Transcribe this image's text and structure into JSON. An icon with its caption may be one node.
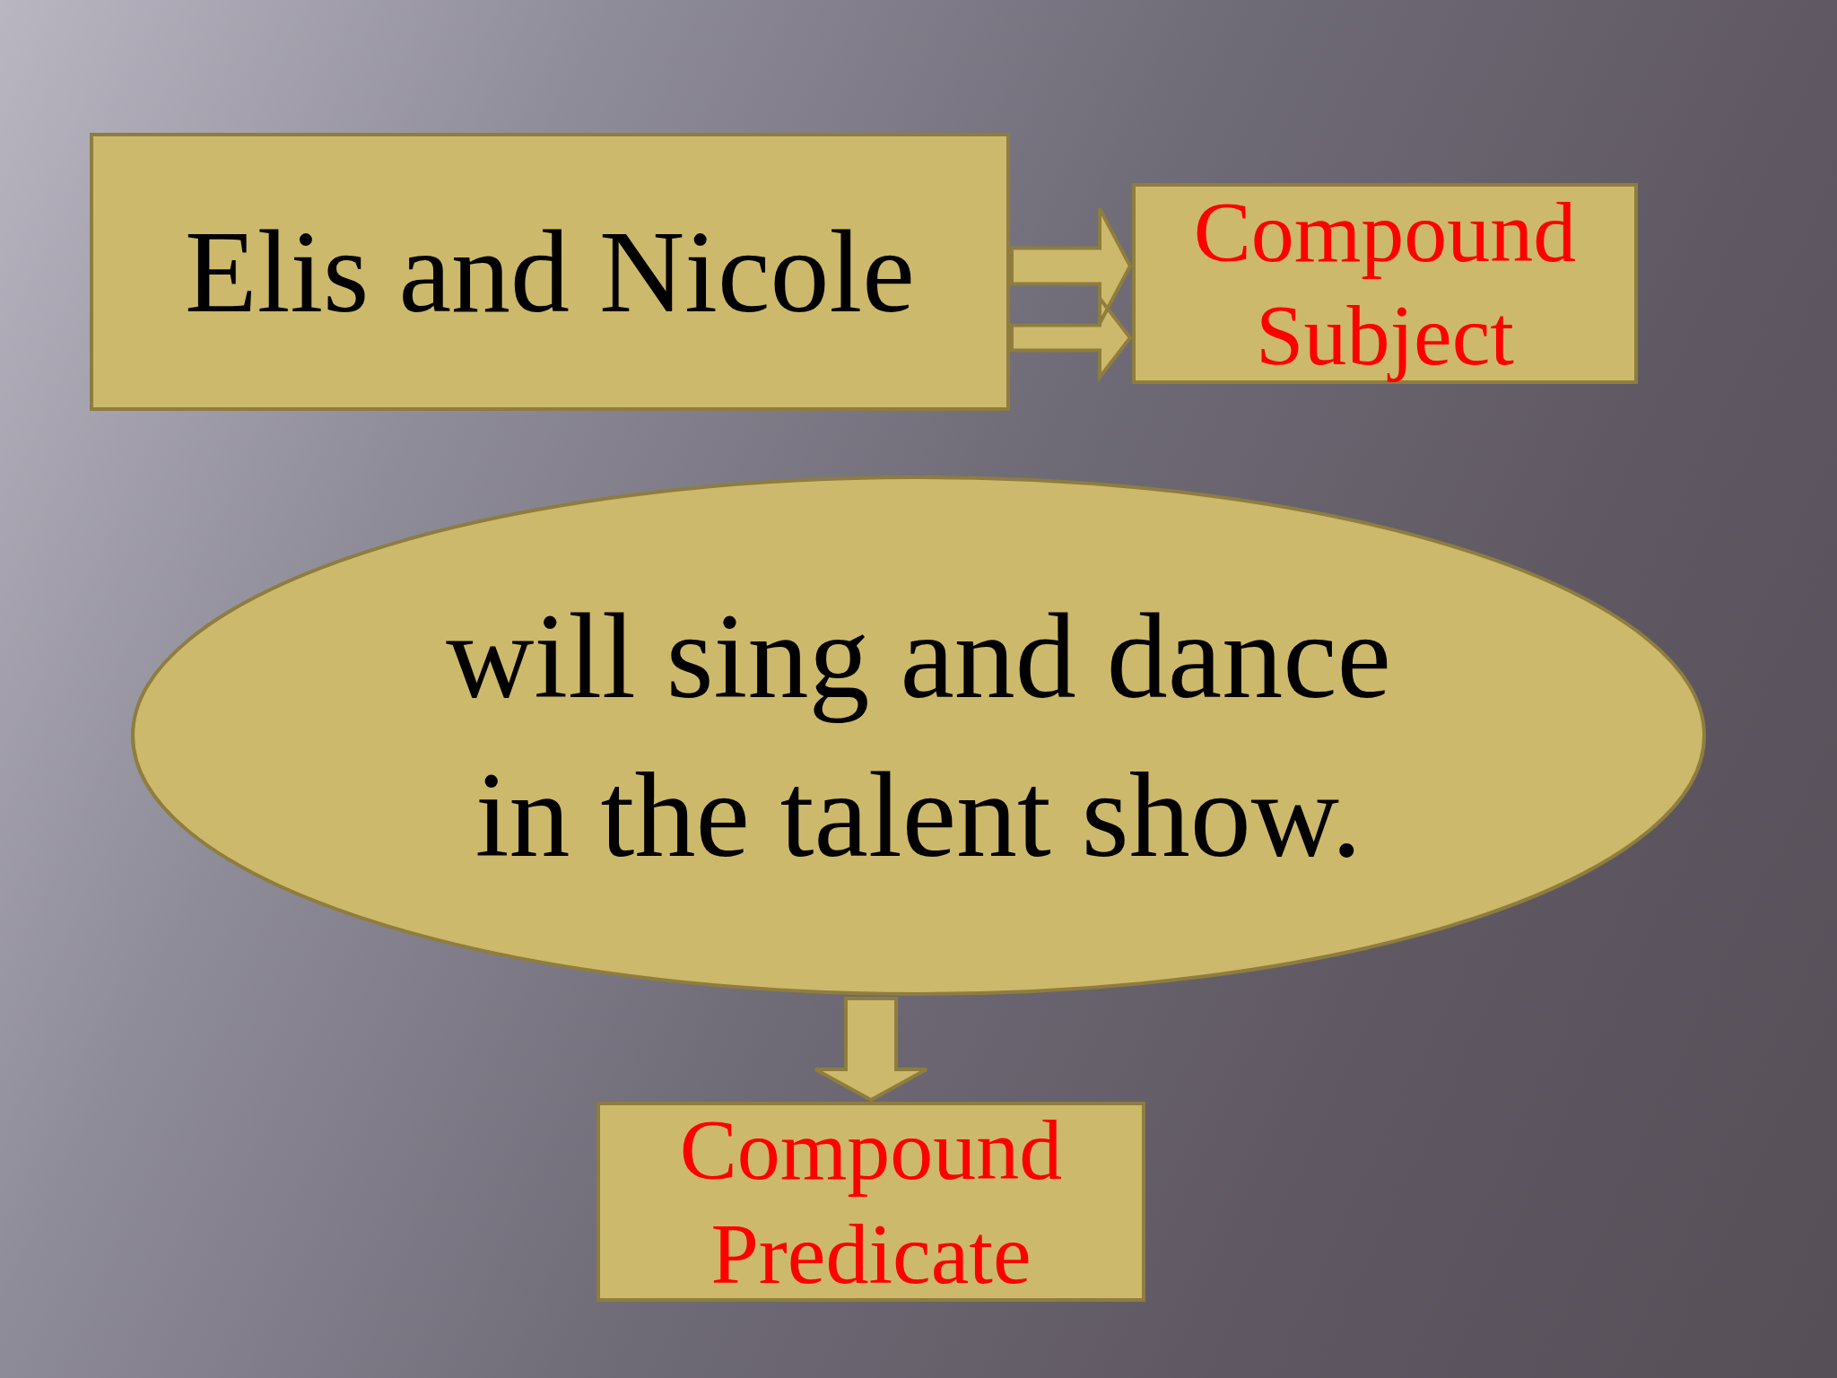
{
  "diagram": {
    "nodes": [
      {
        "text": [
          "Elis and Nicole"
        ]
      },
      {
        "text": [
          "Compound Subject"
        ]
      },
      {
        "text": [
          "will sing and dance in the talent show."
        ]
      },
      {
        "text": [
          "Compound Predicate"
        ]
      }
    ],
    "edges": [
      {
        "from": 0,
        "to": 1,
        "arrow": "to"
      },
      {
        "from": 2,
        "to": 3,
        "arrow": "to"
      }
    ]
  }
}
